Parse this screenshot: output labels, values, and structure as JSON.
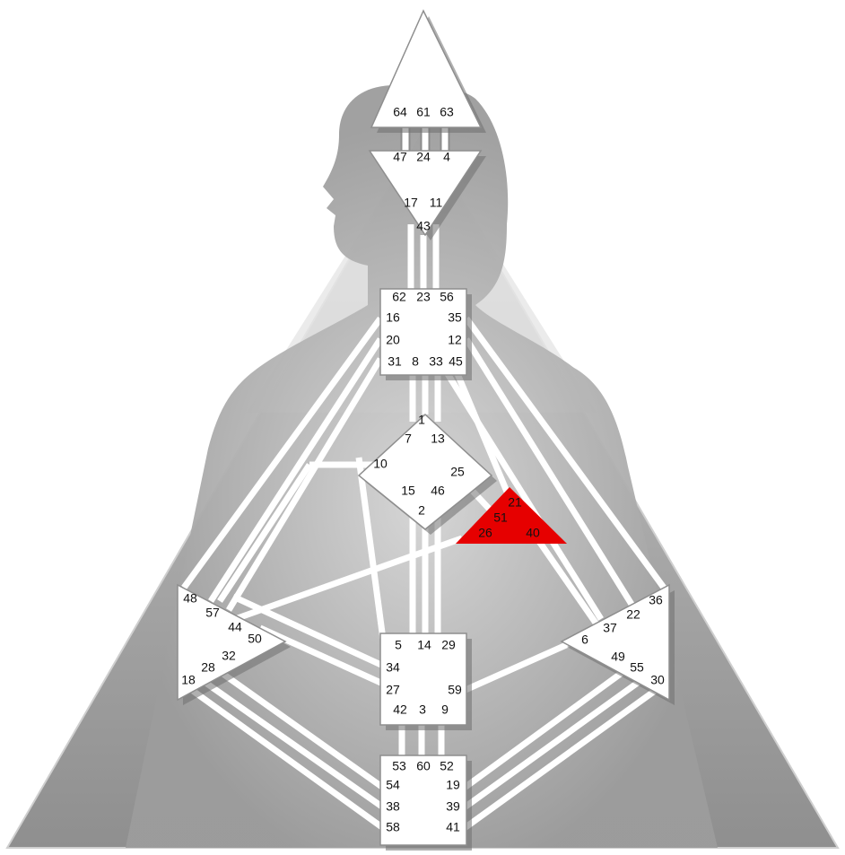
{
  "colors": {
    "background": "#ffffff",
    "outer_triangle": "#9a9a9a",
    "body_silhouette": "#a8a8a8",
    "center_fill": "#ffffff",
    "ego_center_fill": "#e60000"
  },
  "centers": {
    "head": {
      "gates": [
        "64",
        "61",
        "63"
      ]
    },
    "ajna": {
      "gates": [
        "47",
        "24",
        "4",
        "17",
        "11",
        "43"
      ]
    },
    "throat": {
      "gates": [
        "62",
        "23",
        "56",
        "16",
        "35",
        "20",
        "12",
        "31",
        "8",
        "33",
        "45"
      ]
    },
    "g": {
      "gates": [
        "1",
        "7",
        "13",
        "10",
        "25",
        "15",
        "46",
        "2"
      ]
    },
    "ego": {
      "gates": [
        "21",
        "51",
        "26",
        "40"
      ]
    },
    "spleen": {
      "gates": [
        "48",
        "57",
        "44",
        "50",
        "32",
        "28",
        "18"
      ]
    },
    "solar_plexus": {
      "gates": [
        "36",
        "22",
        "37",
        "6",
        "49",
        "55",
        "30"
      ]
    },
    "sacral": {
      "gates": [
        "5",
        "14",
        "29",
        "34",
        "27",
        "59",
        "42",
        "3",
        "9"
      ]
    },
    "root": {
      "gates": [
        "53",
        "60",
        "52",
        "54",
        "19",
        "38",
        "39",
        "58",
        "41"
      ]
    }
  }
}
